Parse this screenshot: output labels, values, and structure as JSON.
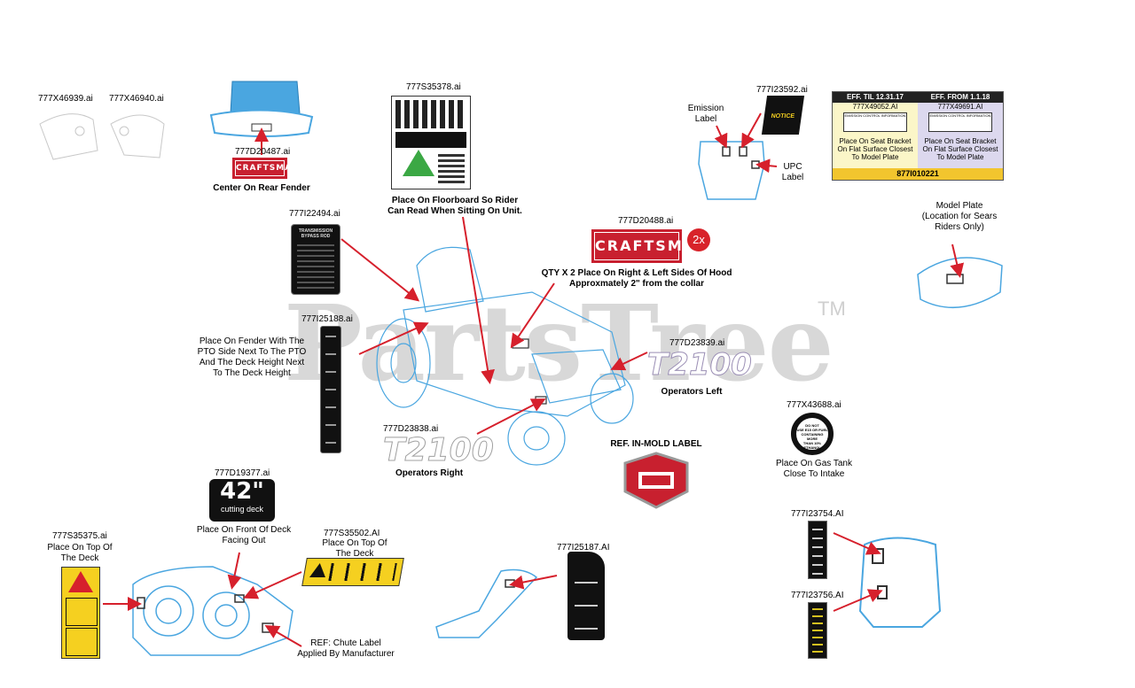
{
  "watermark": {
    "brand": "PartsTree",
    "tm": "TM"
  },
  "parts": {
    "p777X46939": "777X46939.ai",
    "p777X46940": "777X46940.ai",
    "p777D20487": "777D20487.ai",
    "p777S35378": "777S35378.ai",
    "p777I23592": "777I23592.ai",
    "p777I22494": "777I22494.ai",
    "p777D20488": "777D20488.ai",
    "p777I25188": "777I25188.ai",
    "p777D23839": "777D23839.ai",
    "p777D23838": "777D23838.ai",
    "p777X43688": "777X43688.ai",
    "p777D19377": "777D19377.ai",
    "p777S35375": "777S35375.ai",
    "p777S35502": "777S35502.AI",
    "p777I25187": "777I25187.AI",
    "p777I23754": "777I23754.AI",
    "p777I23756": "777I23756.AI"
  },
  "captions": {
    "rear_fender": "Center On Rear Fender",
    "floorboard_1": "Place On Floorboard So Rider",
    "floorboard_2": "Can Read When Sitting On Unit.",
    "emission": "Emission\nLabel",
    "upc": "UPC\nLabel",
    "hood_1": "QTY X 2 Place On Right & Left Sides Of Hood",
    "hood_2": "Approxmately 2\" from the collar",
    "model_plate": "Model Plate\n(Location for Sears\nRiders Only)",
    "fender_pto": "Place On Fender With The\nPTO Side Next To The PTO\nAnd The Deck Height Next\nTo The Deck Height",
    "operators_left": "Operators Left",
    "operators_right": "Operators Right",
    "in_mold": "REF.  IN-MOLD LABEL",
    "gas_tank": "Place On Gas Tank\nClose To Intake",
    "front_deck": "Place On Front Of Deck\nFacing Out",
    "top_deck_1": "Place On Top Of\nThe Deck",
    "top_deck_2": "Place On Top Of\nThe Deck",
    "chute": "REF: Chute Label\nApplied By Manufacturer"
  },
  "labels": {
    "craftsman": "CRAFTSMAN",
    "qty_badge": "2x",
    "model": "T2100",
    "deck_size": "42\"",
    "deck_text": "cutting deck",
    "trans_title": "TRANSMISSION\nBYPASS ROD",
    "notice": "NOTICE",
    "gas_text": "DO NOT\nUSE E15 OR FUEL\nCONTAINING MORE\nTHAN 10% ETHANOL",
    "eff_til": "EFF. TIL 12.31.17",
    "eff_from": "EFF. FROM 1.1.18",
    "eff_part_left": "777X49052.AI",
    "eff_part_right": "777X49691.AI",
    "eff_caption_left": "Place On Seat Bracket\nOn Flat Surface Closest\nTo Model Plate",
    "eff_caption_right": "Place On Seat Bracket\nOn Flat Surface Closest\nTo Model Plate",
    "eff_footer": "877I010221",
    "emission_info": "EMISSION CONTROL INFORMATION"
  },
  "colors": {
    "part_blue": "#4aa6e0",
    "arrow_red": "#d6202c",
    "craftsman_red": "#c8202f",
    "yellow": "#f5d020",
    "eff_left_bg": "#fbf6c8",
    "eff_right_bg": "#dcd8ee",
    "eff_footer_bg": "#f2c52e"
  }
}
